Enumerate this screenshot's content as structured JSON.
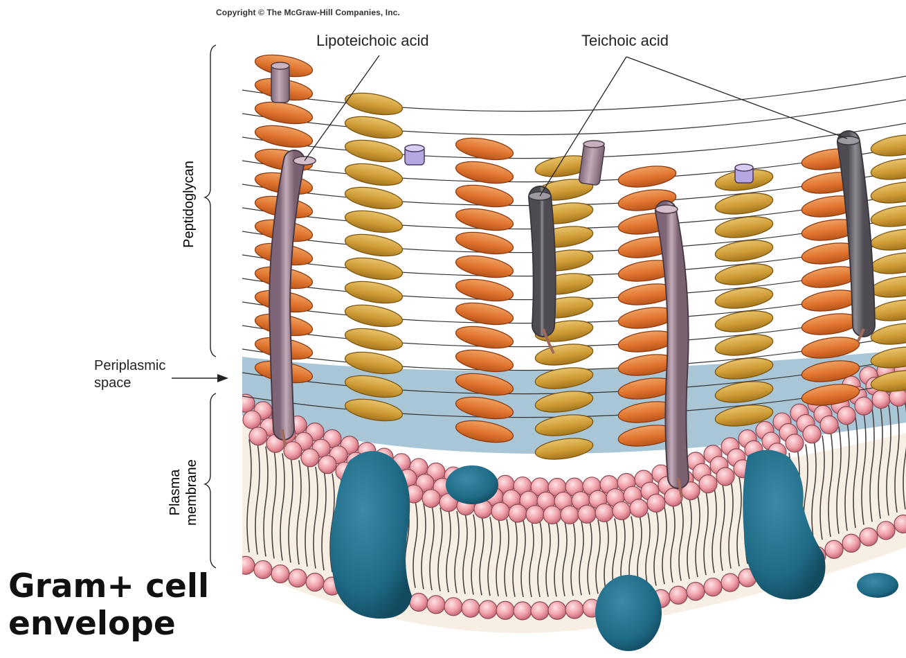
{
  "copyright": "Copyright © The McGraw-Hill Companies, Inc.",
  "labels": {
    "lipoteichoic_acid": "Lipoteichoic acid",
    "teichoic_acid": "Teichoic acid",
    "peptidoglycan": "Peptidoglycan",
    "periplasmic_line1": "Periplasmic",
    "periplasmic_line2": "space",
    "plasma_line1": "Plasma",
    "plasma_line2": "membrane"
  },
  "title_line1": "Gram+ cell",
  "title_line2": "envelope",
  "colors": {
    "nag_orange": "#e0742e",
    "nam_tan": "#cf9c36",
    "periplasm_blue": "#a9c6d6",
    "phospholipid_head": "#f0a0a8",
    "membrane_interior": "#f7eee4",
    "protein_teal": "#1f6b86",
    "lipoteichoic_rod": "#9a7f90",
    "teichoic_rod": "#6d6a70",
    "small_rod": "#b7a7e0"
  }
}
